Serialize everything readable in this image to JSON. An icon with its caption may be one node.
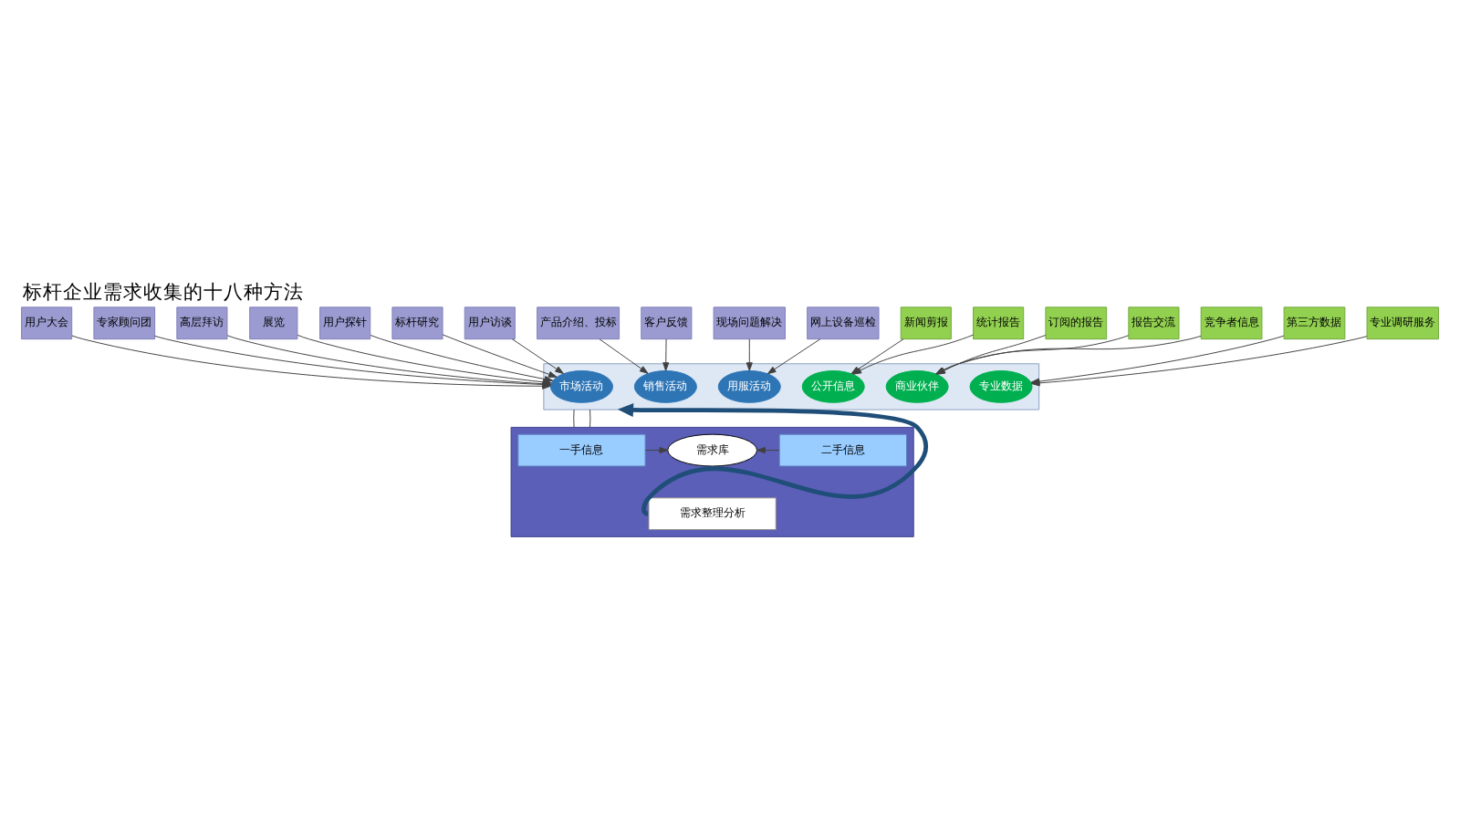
{
  "diagram": {
    "title": "标杆企业需求收集的十八种方法",
    "nodes": [
      {
        "text": [
          "用户大会"
        ]
      },
      {
        "text": [
          "专家顾问团"
        ]
      },
      {
        "text": [
          "高层拜访"
        ]
      },
      {
        "text": [
          "展览"
        ]
      },
      {
        "text": [
          "用户探针"
        ]
      },
      {
        "text": [
          "标杆研究"
        ]
      },
      {
        "text": [
          "用户访谈"
        ]
      },
      {
        "text": [
          "产品介绍、投标"
        ]
      },
      {
        "text": [
          "客户反馈"
        ]
      },
      {
        "text": [
          "现场问题解决"
        ]
      },
      {
        "text": [
          "网上设备巡检"
        ]
      },
      {
        "text": [
          "新闻剪报"
        ]
      },
      {
        "text": [
          "统计报告"
        ]
      },
      {
        "text": [
          "订阅的报告"
        ]
      },
      {
        "text": [
          "报告交流"
        ]
      },
      {
        "text": [
          "竞争者信息"
        ]
      },
      {
        "text": [
          "第三方数据"
        ]
      },
      {
        "text": [
          "专业调研服务"
        ]
      },
      {
        "text": [],
        "shape": "box"
      },
      {
        "text": [
          "市场活动"
        ],
        "in": 18
      },
      {
        "text": [
          "销售活动"
        ],
        "in": 18
      },
      {
        "text": [
          "用服活动"
        ],
        "in": 18
      },
      {
        "text": [
          "公开信息"
        ],
        "in": 18
      },
      {
        "text": [
          "商业伙伴"
        ],
        "in": 18
      },
      {
        "text": [
          "专业数据"
        ],
        "in": 18
      },
      {
        "text": [],
        "shape": "box"
      },
      {
        "text": [
          "一手信息"
        ],
        "in": 25
      },
      {
        "text": [
          "需求库"
        ],
        "in": 25
      },
      {
        "text": [
          "二手信息"
        ],
        "in": 25
      },
      {
        "text": [
          "需求整理分析"
        ],
        "in": 25
      }
    ],
    "edges": [
      {
        "from": 0,
        "to": 19,
        "arrow": "to"
      },
      {
        "from": 1,
        "to": 19,
        "arrow": "to"
      },
      {
        "from": 2,
        "to": 19,
        "arrow": "to"
      },
      {
        "from": 3,
        "to": 19,
        "arrow": "to"
      },
      {
        "from": 4,
        "to": 19,
        "arrow": "to"
      },
      {
        "from": 5,
        "to": 19,
        "arrow": "to"
      },
      {
        "from": 6,
        "to": 19,
        "arrow": "to"
      },
      {
        "from": 7,
        "to": 20,
        "arrow": "to"
      },
      {
        "from": 8,
        "to": 20,
        "arrow": "to"
      },
      {
        "from": 9,
        "to": 21,
        "arrow": "to"
      },
      {
        "from": 10,
        "to": 21,
        "arrow": "to"
      },
      {
        "from": 11,
        "to": 22,
        "arrow": "to"
      },
      {
        "from": 12,
        "to": 22,
        "arrow": "to"
      },
      {
        "from": 13,
        "to": 23,
        "arrow": "to"
      },
      {
        "from": 14,
        "to": 23,
        "arrow": "to"
      },
      {
        "from": 15,
        "to": 23,
        "arrow": "to"
      },
      {
        "from": 16,
        "to": 24,
        "arrow": "to"
      },
      {
        "from": 17,
        "to": 24,
        "arrow": "to"
      },
      {
        "from": 18,
        "to": 25,
        "arrow": "none"
      },
      {
        "from": 18,
        "to": 25,
        "arrow": "none"
      },
      {
        "from": 26,
        "to": 27,
        "arrow": "to"
      },
      {
        "from": 28,
        "to": 27,
        "arrow": "to"
      },
      {
        "from": 29,
        "to": 18,
        "arrow": "to",
        "style": "thick",
        "color": "#1f4e79"
      }
    ]
  }
}
